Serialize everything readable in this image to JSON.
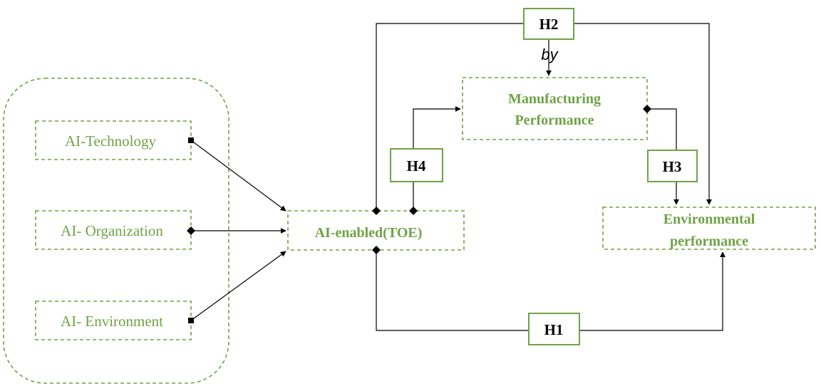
{
  "colors": {
    "accent": "#6fa345",
    "line": "#000000"
  },
  "nodes": {
    "technology": "AI-Technology",
    "organization": "AI- Organization",
    "environment": "AI- Environment",
    "toe": "AI-enabled(TOE)",
    "manufacturing_line1": "Manufacturing",
    "manufacturing_line2": "Performance",
    "environmental_line1": "Environmental",
    "environmental_line2": "performance"
  },
  "hypotheses": {
    "h1": "H1",
    "h2": "H2",
    "h3": "H3",
    "h4": "H4"
  },
  "annotation": {
    "by": "by"
  }
}
